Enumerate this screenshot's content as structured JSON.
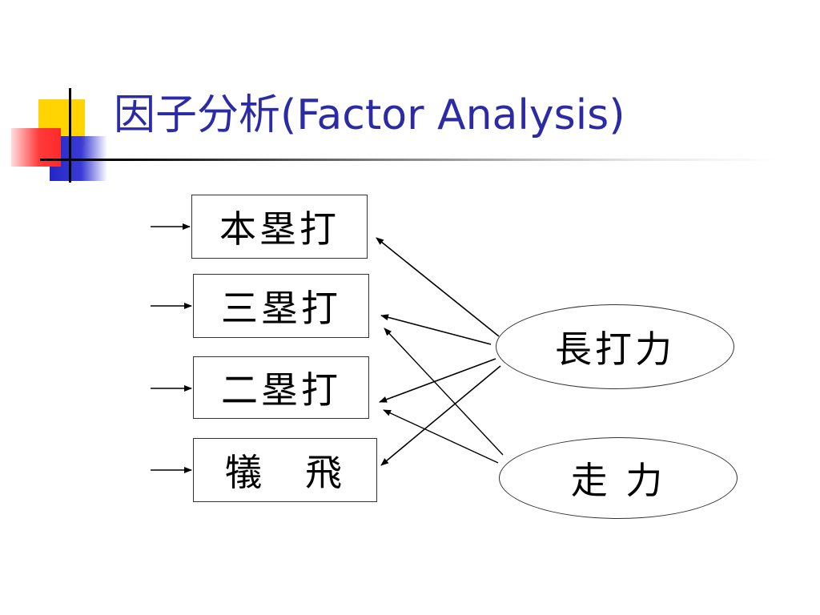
{
  "slide": {
    "title": "因子分析(Factor Analysis)",
    "accent_color": "#2b2ba8"
  },
  "diagram": {
    "observed_variables": [
      {
        "label": "本塁打"
      },
      {
        "label": "三塁打"
      },
      {
        "label": "二塁打"
      },
      {
        "label": "犠　飛"
      }
    ],
    "factors": [
      {
        "label": "長打力"
      },
      {
        "label": "走 力"
      }
    ],
    "edges": [
      {
        "from": "長打力",
        "to": "本塁打"
      },
      {
        "from": "長打力",
        "to": "三塁打"
      },
      {
        "from": "長打力",
        "to": "二塁打"
      },
      {
        "from": "長打力",
        "to": "犠　飛"
      },
      {
        "from": "走 力",
        "to": "三塁打"
      },
      {
        "from": "走 力",
        "to": "二塁打"
      }
    ],
    "error_arrows": [
      "本塁打",
      "三塁打",
      "二塁打",
      "犠　飛"
    ]
  }
}
